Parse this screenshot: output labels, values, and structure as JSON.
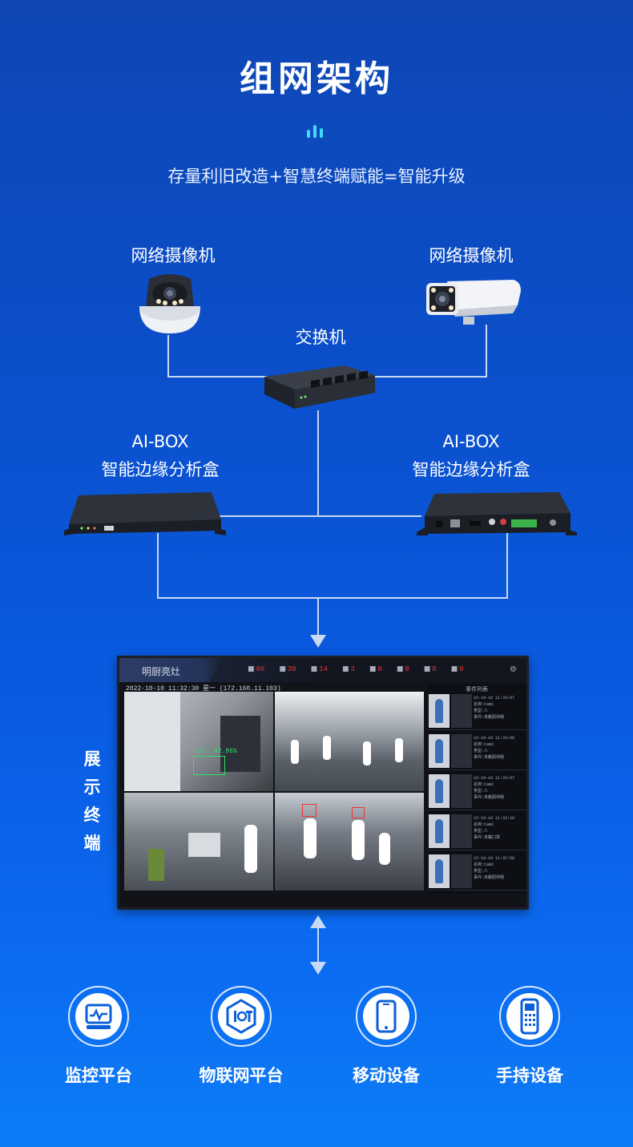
{
  "header": {
    "title": "组网架构",
    "subtitle": "存量利旧改造+智慧终端赋能=智能升级"
  },
  "devices": {
    "camera_left_label": "网络摄像机",
    "camera_right_label": "网络摄像机",
    "switch_label": "交换机",
    "aibox_left": {
      "line1": "AI-BOX",
      "line2": "智能边缘分析盒"
    },
    "aibox_right": {
      "line1": "AI-BOX",
      "line2": "智能边缘分析盒"
    }
  },
  "display": {
    "label": "展示终端",
    "label_chars": [
      "展",
      "示",
      "终",
      "端"
    ],
    "screen": {
      "brand": "明厨亮灶",
      "datetime": "2022-10-10 11:32:30 星一 (172.160.11.103)",
      "stats": [
        "86",
        "30",
        "14",
        "3",
        "0",
        "0",
        "0",
        "0"
      ],
      "feed_detection": "rat: 82.86%",
      "panel_title": "事件列表",
      "events": [
        {
          "time": "22-10-10 11:33:07",
          "camera": "名称:Cam1",
          "type": "类型:人",
          "event": "事件:未戴厨师帽"
        },
        {
          "time": "22-10-10 11:33:08",
          "camera": "名称:Cam3",
          "type": "类型:人",
          "event": "事件:未戴厨师帽"
        },
        {
          "time": "22-10-10 11:33:07",
          "camera": "名称:Cam2",
          "type": "类型:人",
          "event": "事件:未戴厨师帽"
        },
        {
          "time": "22-10-10 11:33:10",
          "camera": "名称:Cam2",
          "type": "类型:人",
          "event": "事件:未戴口罩"
        },
        {
          "time": "22-10-10 11:32:58",
          "camera": "名称:Cam2",
          "type": "类型:人",
          "event": "事件:未戴厨师帽"
        }
      ]
    }
  },
  "platforms": [
    {
      "label": "监控平台",
      "icon": "monitor-platform-icon"
    },
    {
      "label": "物联网平台",
      "icon": "iot-platform-icon"
    },
    {
      "label": "移动设备",
      "icon": "mobile-phone-icon"
    },
    {
      "label": "手持设备",
      "icon": "handheld-device-icon"
    }
  ],
  "colors": {
    "accent": "#43d9ff",
    "line": "#c9d9f3",
    "alert": "#e33333"
  }
}
